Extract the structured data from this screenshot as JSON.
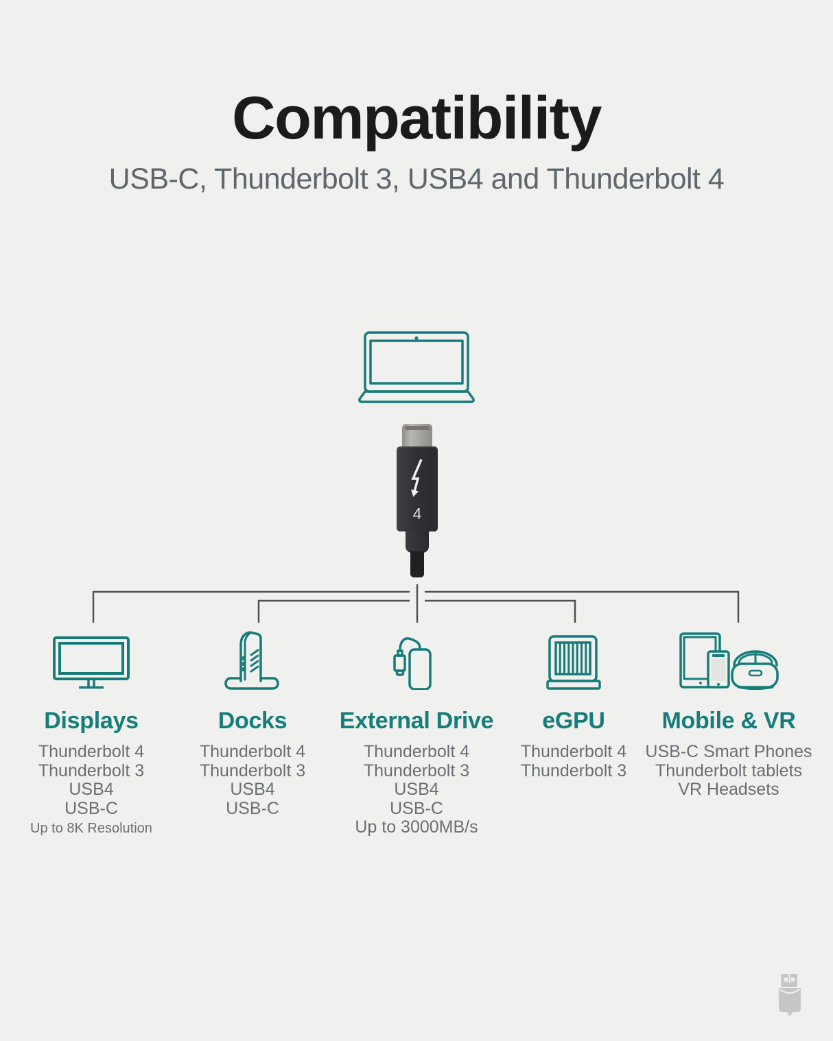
{
  "page": {
    "title": "Compatibility",
    "subtitle": "USB-C, Thunderbolt 3, USB4 and Thunderbolt 4"
  },
  "cable": {
    "connector_type": "USB-C Thunderbolt 4 plug",
    "port_number": "4",
    "bolt_icon": "thunderbolt-bolt-icon"
  },
  "colors": {
    "background": "#f0f0ee",
    "teal_accent": "#177c78",
    "heading_teal": "#167d7a",
    "text_gray": "#6a6f74",
    "subtitle_gray": "#5f666c",
    "title_black": "#1b1b1b",
    "tree_line_gray": "#4d4f4f",
    "connector_dark": "#303035",
    "logo_gray": "#c6c6c4"
  },
  "source_device": {
    "icon": "laptop-icon"
  },
  "columns": [
    {
      "id": "displays",
      "icon": "monitor-icon",
      "title": "Displays",
      "items": [
        "Thunderbolt 4",
        "Thunderbolt 3",
        "USB4",
        "USB-C"
      ],
      "note": "Up to 8K Resolution"
    },
    {
      "id": "docks",
      "icon": "dock-icon",
      "title": "Docks",
      "items": [
        "Thunderbolt 4",
        "Thunderbolt 3",
        "USB4",
        "USB-C"
      ]
    },
    {
      "id": "external-drive",
      "icon": "external-drive-icon",
      "title": "External Drive",
      "items": [
        "Thunderbolt 4",
        "Thunderbolt 3",
        "USB4",
        "USB-C",
        "Up to 3000MB/s"
      ]
    },
    {
      "id": "egpu",
      "icon": "egpu-icon",
      "title": "eGPU",
      "items": [
        "Thunderbolt 4",
        "Thunderbolt 3"
      ]
    },
    {
      "id": "mobile-vr",
      "icon": "mobile-vr-icon",
      "title": "Mobile & VR",
      "items": [
        "USB-C Smart Phones",
        "Thunderbolt tablets",
        "VR Headsets"
      ]
    }
  ],
  "footer": {
    "logo_icon": "plugable-usb-logo"
  }
}
